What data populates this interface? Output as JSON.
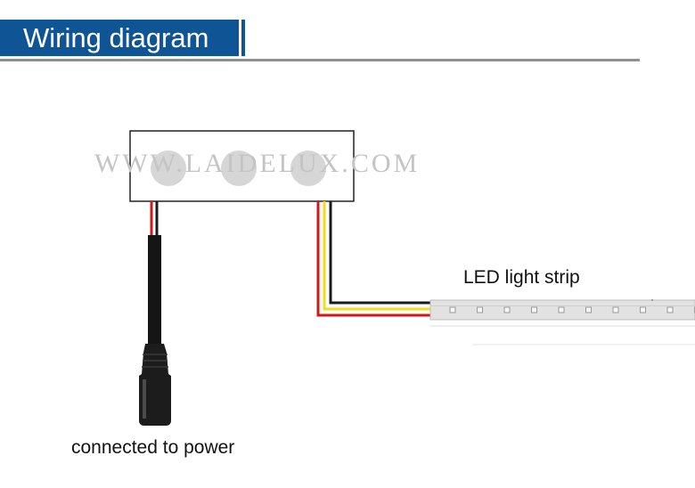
{
  "header": {
    "title": "Wiring diagram",
    "accent_color": "#0f5596",
    "rule_color": "#8f8f8f"
  },
  "watermark": {
    "text": "WWW.LAIDELUX.COM"
  },
  "controller": {
    "button_count": 3
  },
  "led_strip": {
    "label": "LED light strip",
    "led_count": 10
  },
  "power_connector": {
    "label": "connected to power"
  },
  "wire_colors": {
    "red": "#d21818",
    "yellow": "#f2dc1c",
    "black": "#1a1a1a"
  }
}
